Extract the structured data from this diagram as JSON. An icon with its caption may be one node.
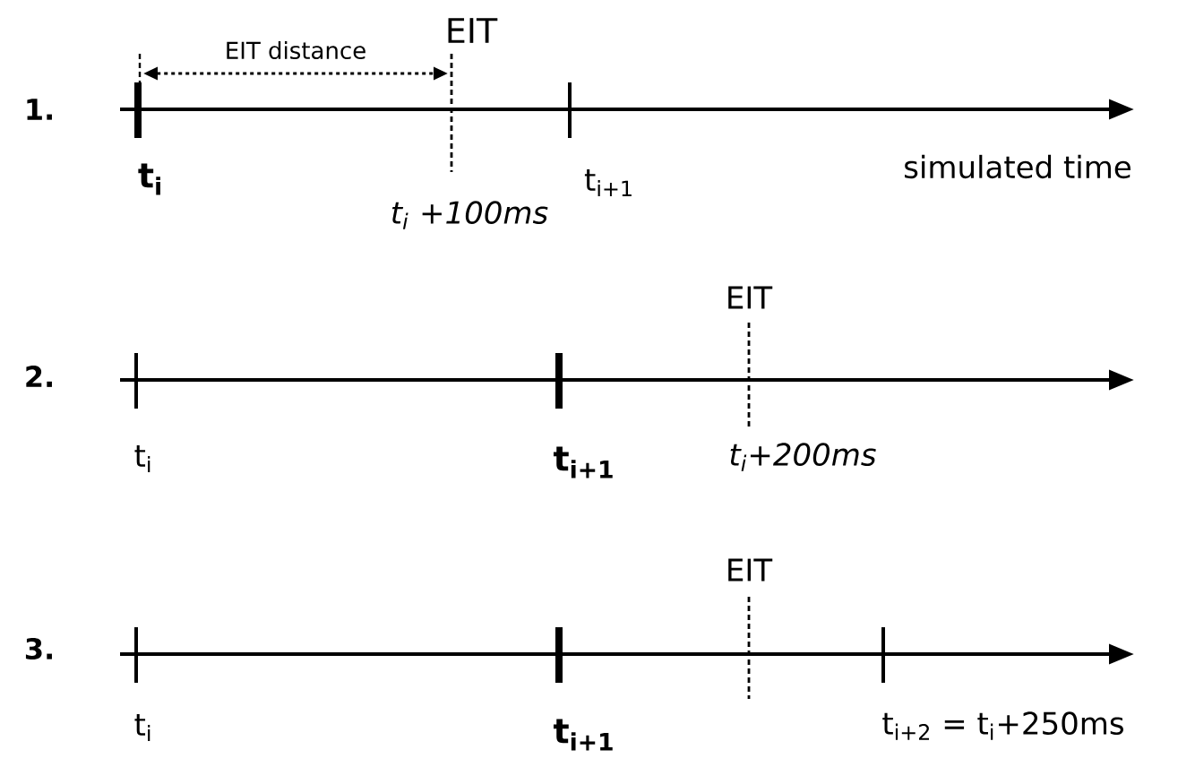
{
  "diagram": {
    "labels": [
      "1.",
      "EIT distance",
      "EIT",
      "t$_{i}$",
      "t$_{i}$ +100ms",
      "t$_{i+1}$",
      "simulated time",
      "2.",
      "EIT",
      "t$_{i}$",
      "t$_{i+1}$",
      "t$_{i}$+200ms",
      "3.",
      "EIT",
      "t$_{i}$",
      "t$_{i+1}$",
      "t$_{i+2}$ = t$_{i}$+250ms"
    ]
  }
}
